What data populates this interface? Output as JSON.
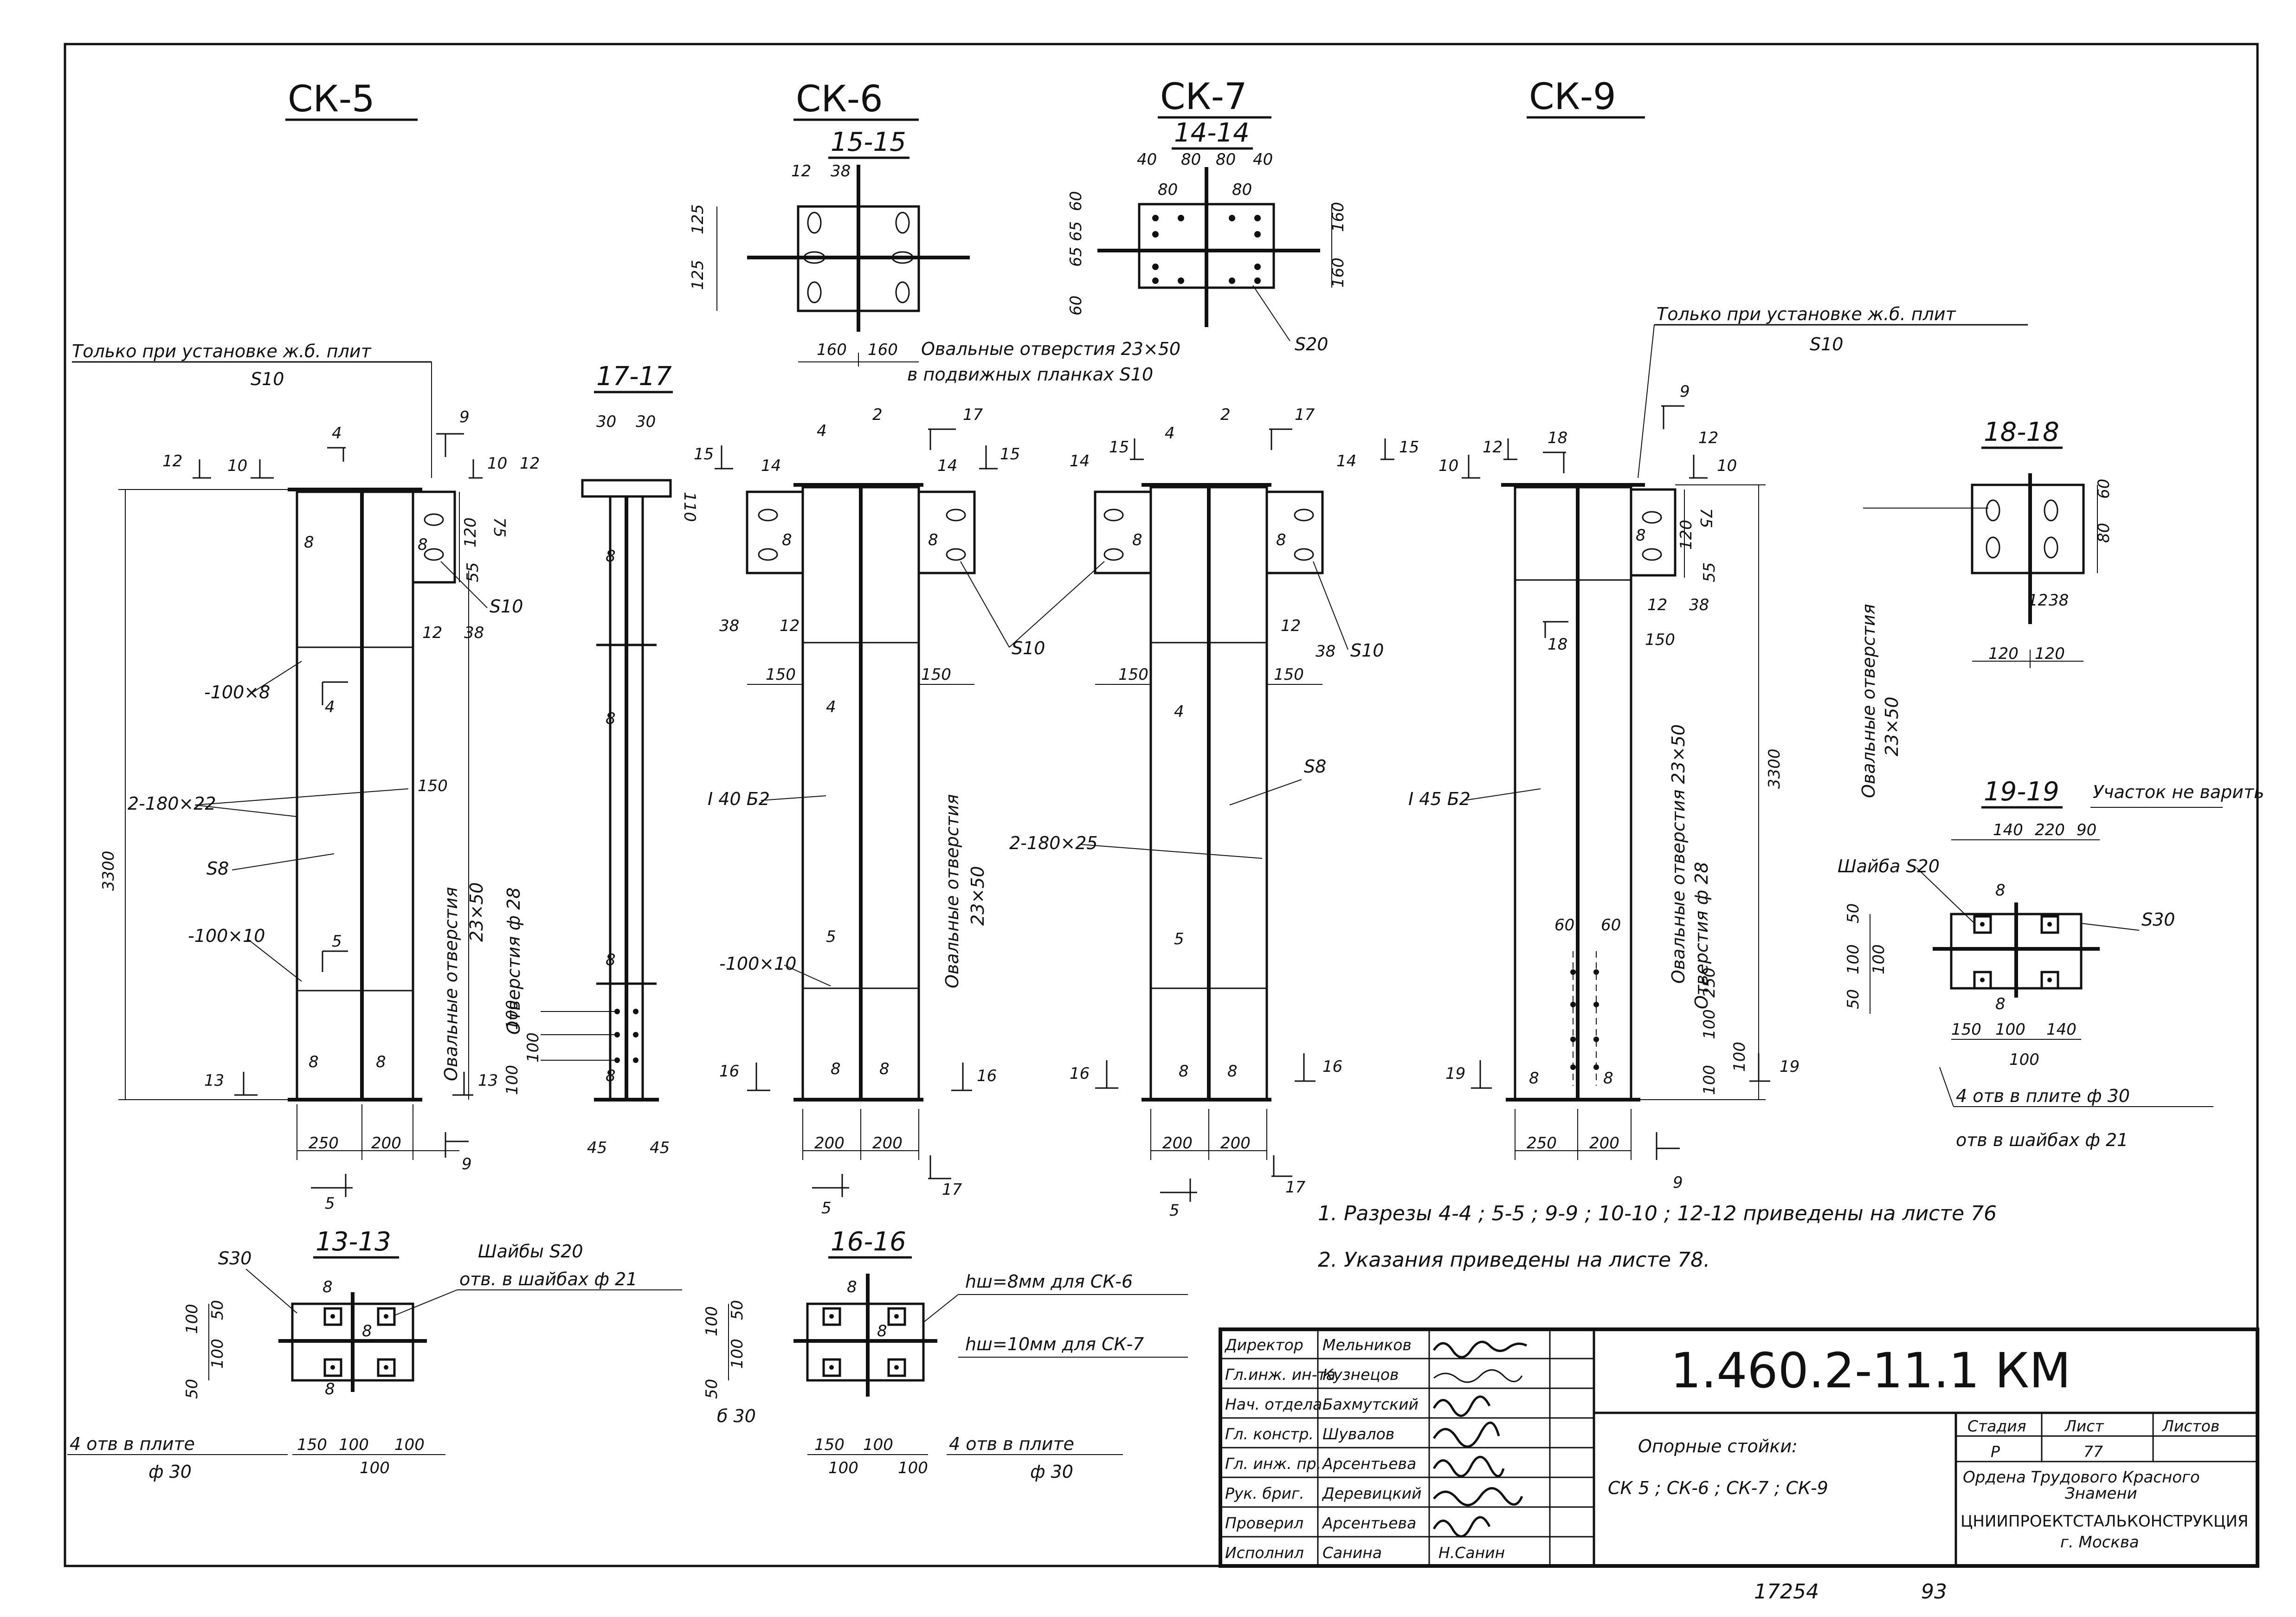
{
  "titles": {
    "sk5": "СК-5",
    "sk6": "СК-6",
    "sk7": "СК-7",
    "sk9": "СК-9"
  },
  "sections": {
    "s15": "15-15",
    "s14": "14-14",
    "s17": "17-17",
    "s18": "18-18",
    "s19": "19-19",
    "s13": "13-13",
    "s16": "16-16"
  },
  "labels": {
    "only_plates_left": "Только при установке ж.б. плит",
    "only_plates_right": "Только при установке ж.б. плит",
    "s10": "S10",
    "s20": "S20",
    "s30": "S30",
    "s8": "S8",
    "oval_holes_movable": "Овальные отверстия 23×50",
    "in_movable_plates": "в подвижных планках S10",
    "plate_100x8": "-100×8",
    "plate_100x10": "-100×10",
    "plate_2_180x22": "2-180×22",
    "plate_2_180x25": "2-180×25",
    "ibeam_40": "I 40 Б2",
    "ibeam_45": "I 45 Б2",
    "oval_holes_23x50": "Овальные отверстия 23×50",
    "hole_d28": "Отверстия ф 28",
    "oval_holes_short": "Овальные отверстия",
    "oval_holes_dim": "23×50",
    "washer_s20": "Шайба S20",
    "site_no_weld": "Участок не варить",
    "washers_s20": "Шайбы S20",
    "holes_washers_21": "отв. в шайбах ф 21",
    "holes_plate_30": "4 отв в плите ф 30",
    "holes_washers_21b": "отв в шайбах ф 21",
    "holes_plate_4": "4 отв в плите",
    "d30": "ф 30",
    "hw8": "hш=8мм для СК-6",
    "hw10": "hш=10мм для СК-7",
    "b30": "б 30",
    "s30_small": "S30"
  },
  "notes": {
    "note1": "1. Разрезы 4-4 ; 5-5 ; 9-9 ; 10-10 ; 12-12 приведены на листе 76",
    "note2": "2. Указания приведены на листе 78."
  },
  "dims": {
    "d3300": "3300",
    "d250": "250",
    "d200": "200",
    "d150": "150",
    "d120": "120",
    "d160": "160",
    "d100": "100",
    "d60": "60",
    "d80": "80",
    "d40": "40",
    "d38": "38",
    "d12": "12",
    "d45": "45",
    "d30": "30",
    "d50": "50",
    "d55": "55",
    "d75": "75",
    "d125": "125",
    "d65": "65",
    "d140": "140",
    "d220": "220",
    "d90": "90",
    "d8": "8",
    "d10": "10",
    "d110": "110"
  },
  "cut_marks": {
    "c4": "4",
    "c5": "5",
    "c9": "9",
    "c10": "10",
    "c12": "12",
    "c13": "13",
    "c14": "14",
    "c15": "15",
    "c16": "16",
    "c17": "17",
    "c18": "18",
    "c19": "19",
    "c2": "2"
  },
  "stamp": {
    "rows": [
      {
        "role": "Директор",
        "name": "Мельников"
      },
      {
        "role": "Гл.инж. ин-та",
        "name": "Кузнецов"
      },
      {
        "role": "Нач. отдела",
        "name": "Бахмутский"
      },
      {
        "role": "Гл. констр.",
        "name": "Шувалов"
      },
      {
        "role": "Гл. инж. пр.",
        "name": "Арсентьева"
      },
      {
        "role": "Рук. бриг.",
        "name": "Деревицкий"
      },
      {
        "role": "Проверил",
        "name": "Арсентьева"
      },
      {
        "role": "Исполнил",
        "name": "Санина"
      }
    ],
    "signature_last": "Н.Санин",
    "code": "1.460.2-11.1 КМ",
    "doc_title_line1": "Опорные стойки:",
    "doc_title_line2": "СК 5 ; СК-6 ; СК-7 ; СК-9",
    "stage_label": "Стадия",
    "sheet_label": "Лист",
    "sheets_label": "Листов",
    "stage_value": "Р",
    "sheet_value": "77",
    "org_line1": "Ордена Трудового Красного",
    "org_line2": "Знамени",
    "org_line3": "ЦНИИПРОЕКТСТАЛЬКОНСТРУКЦИЯ",
    "org_line4": "г. Москва"
  },
  "footer": {
    "number": "17254",
    "page": "93"
  }
}
